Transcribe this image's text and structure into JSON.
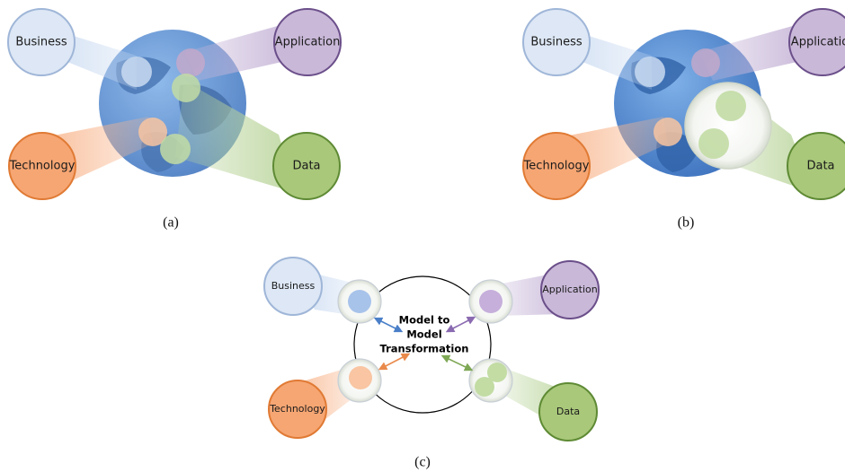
{
  "panel_a": {
    "business": "Business",
    "application": "Application",
    "technology": "Technology",
    "data": "Data",
    "caption": "(a)"
  },
  "panel_b": {
    "business": "Business",
    "application": "Applicatio",
    "technology": "Technology",
    "data": "Data",
    "caption": "(b)"
  },
  "panel_c": {
    "business": "Business",
    "application": "Application",
    "technology": "Technology",
    "data": "Data",
    "center_line1": "Model to",
    "center_line2": "Model",
    "center_line3": "Transformation",
    "caption": "(c)"
  },
  "colors": {
    "business": "#dce6f4",
    "business_stroke": "#9fb6d8",
    "application": "#c9b8d8",
    "application_stroke": "#6b4f8a",
    "technology": "#f6a673",
    "technology_stroke": "#e07a34",
    "data": "#a9c87a",
    "data_stroke": "#5e8a34",
    "globe": "#4a82cf",
    "globe_land": "#2f62a8"
  }
}
